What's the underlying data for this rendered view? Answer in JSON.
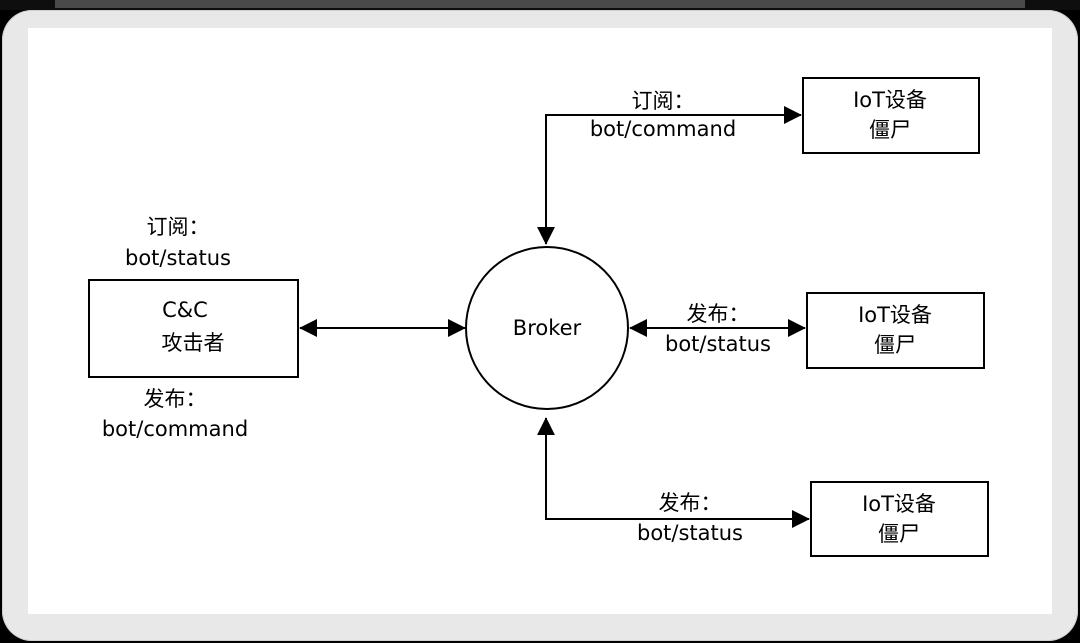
{
  "nodes": {
    "broker": {
      "label": "Broker"
    },
    "cc_attacker": {
      "lines": [
        "C&C",
        "攻击者"
      ]
    },
    "iot_top": {
      "lines": [
        "IoT设备",
        "僵尸"
      ]
    },
    "iot_middle": {
      "lines": [
        "IoT设备",
        "僵尸"
      ]
    },
    "iot_bottom": {
      "lines": [
        "IoT设备",
        "僵尸"
      ]
    }
  },
  "edge_labels": {
    "cc_subscribe": {
      "lines": [
        "订阅：",
        "bot/status"
      ]
    },
    "cc_publish": {
      "lines": [
        "发布：",
        "bot/command"
      ]
    },
    "top_subscribe": {
      "lines": [
        "订阅：",
        "bot/command"
      ]
    },
    "middle_publish": {
      "lines": [
        "发布：",
        "bot/status"
      ]
    },
    "bottom_publish": {
      "lines": [
        "发布：",
        "bot/status"
      ]
    }
  }
}
